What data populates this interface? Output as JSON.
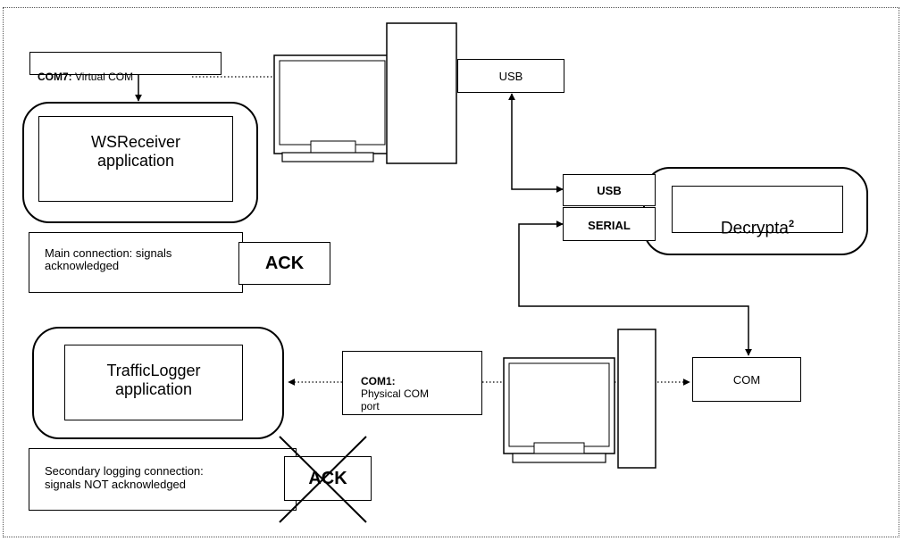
{
  "com7_bold": "COM7:",
  "com7_rest": " Virtual COM",
  "usb_top": "USB",
  "usb_dev": "USB",
  "serial_dev": "SERIAL",
  "decrypta_base": "Decrypta",
  "decrypta_sup": "2",
  "wsreceiver": "WSReceiver\napplication",
  "main_conn": "Main connection: signals\nacknowledged",
  "ack_main": "ACK",
  "trafficlogger": "TrafficLogger\napplication",
  "com1_bold": "COM1:",
  "com1_rest": "Physical COM\nport",
  "com_right": "COM",
  "secondary_conn": "Secondary logging connection:\nsignals NOT acknowledged",
  "ack_secondary": "ACK"
}
